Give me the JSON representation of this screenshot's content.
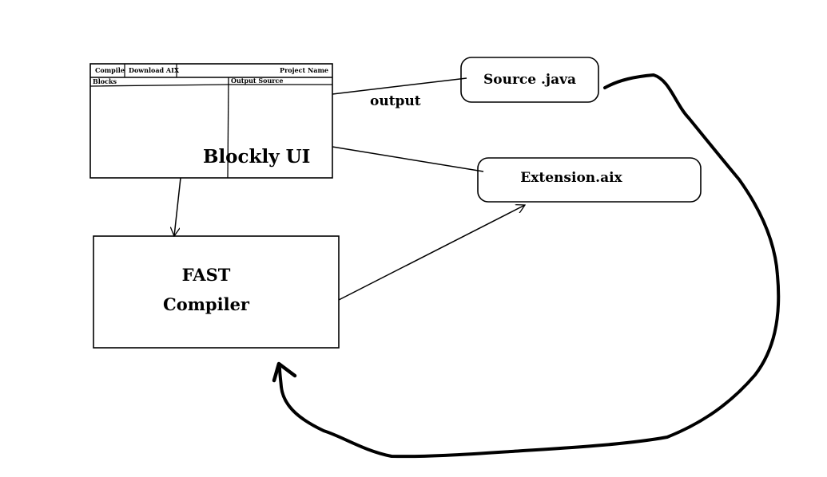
{
  "blockly_ui": {
    "compile_label": "Compile",
    "download_label": "Download AIX",
    "project_name_label": "Project Name",
    "blocks_label": "Blocks",
    "output_source_label": "Output Source",
    "title": "Blockly UI"
  },
  "source_java": {
    "label": "Source .java"
  },
  "extension_aix": {
    "label": "Extension.aix"
  },
  "edge_output": {
    "label": "output"
  },
  "fast_compiler": {
    "line1": "FAST",
    "line2": "Compiler"
  }
}
